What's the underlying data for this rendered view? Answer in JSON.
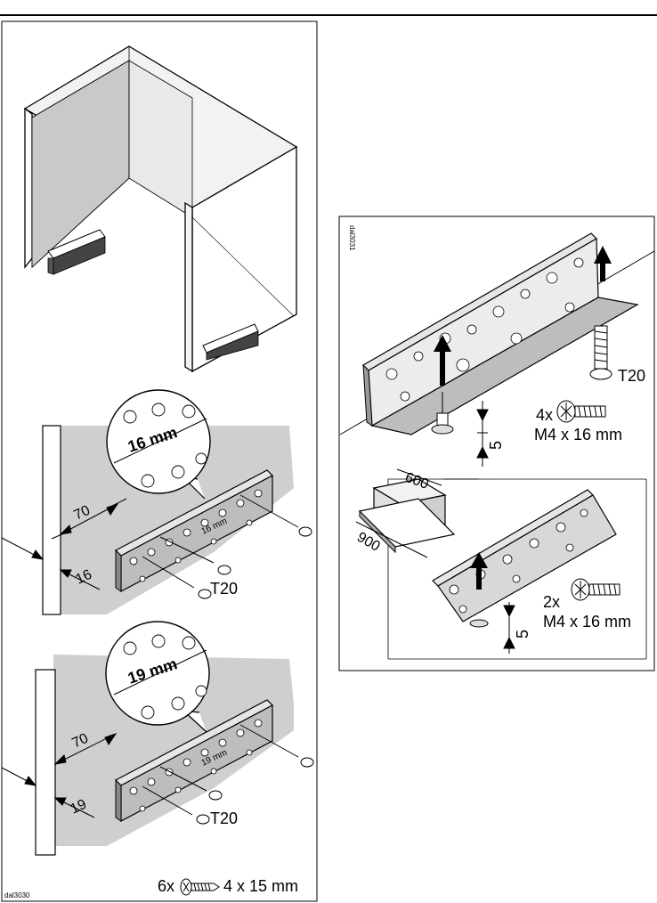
{
  "left_panel": {
    "callout_top": "16 mm",
    "callout_bottom": "19 mm",
    "dim_top_70": "70",
    "dim_top_16": "16",
    "dim_bottom_70": "70",
    "dim_bottom_19": "19",
    "rail_text_top": "16 mm",
    "rail_text_bottom": "19 mm",
    "tool_top": "T20",
    "tool_bottom": "T20",
    "screw_count": "6x",
    "screw_spec": "4 x 15 mm",
    "figure_code": "dal3030"
  },
  "right_panel": {
    "figure_code": "dal3031",
    "tool": "T20",
    "screw_top_count": "4x",
    "screw_top_spec": "M4 x 16 mm",
    "gap_top": "5",
    "dim_600": "600",
    "dim_900": "900",
    "screw_bottom_count": "2x",
    "screw_bottom_spec": "M4 x 16 mm",
    "gap_bottom": "5"
  }
}
